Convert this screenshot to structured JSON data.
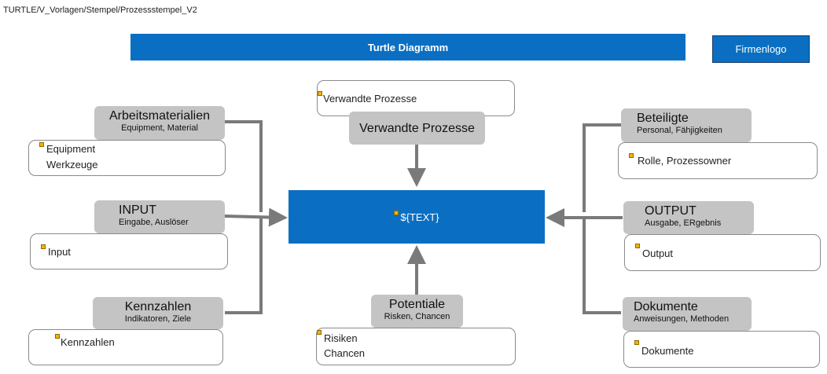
{
  "path": "TURTLE/V_Vorlagen/Stempel/Prozessstempel_V2",
  "banner_title": "Turtle Diagramm",
  "logo_label": "Firmenlogo",
  "center_text": "${TEXT}",
  "arbeitsmaterialien": {
    "title": "Arbeitsmaterialien",
    "subtitle": "Equipment, Material",
    "lines": [
      "Equipment",
      "Werkzeuge"
    ]
  },
  "input": {
    "title": "INPUT",
    "subtitle": "Eingabe, Auslöser",
    "lines": [
      "Input"
    ]
  },
  "kennzahlen": {
    "title": "Kennzahlen",
    "subtitle": "Indikatoren, Ziele",
    "lines": [
      "Kennzahlen"
    ]
  },
  "verwandte": {
    "title": "Verwandte Prozesse",
    "lines": [
      "Verwandte Prozesse"
    ]
  },
  "potentiale": {
    "title": "Potentiale",
    "subtitle": "Risken, Chancen",
    "lines": [
      "Risiken",
      "Chancen"
    ]
  },
  "beteiligte": {
    "title": "Beteiligte",
    "subtitle": "Personal, Fähjigkeiten",
    "lines": [
      "Rolle, Prozessowner"
    ]
  },
  "output": {
    "title": "OUTPUT",
    "subtitle": "Ausgabe, ERgebnis",
    "lines": [
      "Output"
    ]
  },
  "dokumente": {
    "title": "Dokumente",
    "subtitle": "Anweisungen, Methoden",
    "lines": [
      "Dokumente"
    ]
  },
  "colors": {
    "accent_blue": "#0a6fc2",
    "label_gray": "#c4c4c4",
    "connector_gray": "#7a7a7a",
    "marker_orange": "#f5b400"
  }
}
